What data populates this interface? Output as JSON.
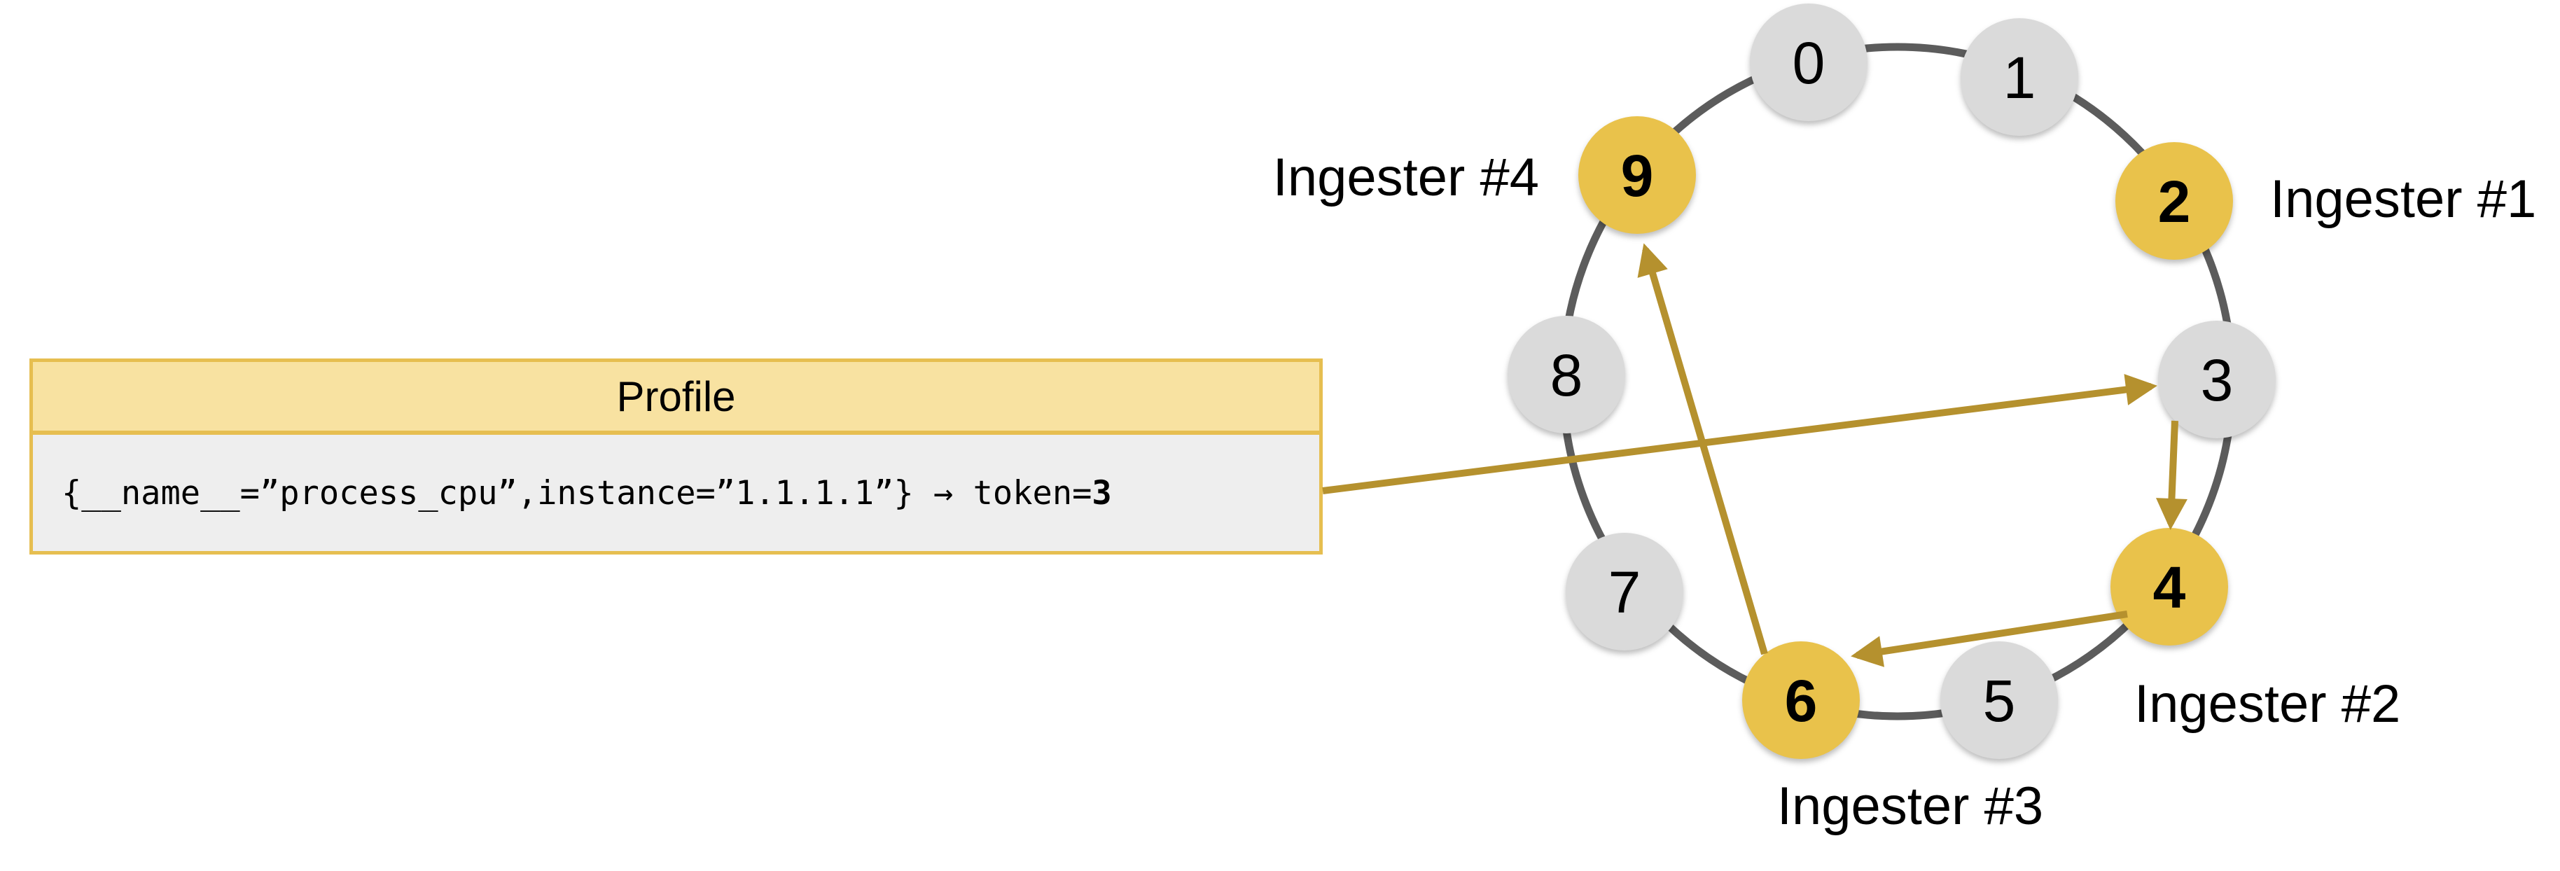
{
  "colors": {
    "background": "#ffffff",
    "node_gray": "#dadada",
    "node_highlight": "#e9c24b",
    "ring_stroke": "#5c5c5c",
    "arrow_gold": "#b5912e",
    "card_border": "#e6be50",
    "card_header_bg": "#f8e2a1",
    "card_body_bg": "#eeeeee",
    "text": "#000000"
  },
  "profile_card": {
    "title": "Profile",
    "series_selector": "{__name__=”process_cpu”,instance=”1.1.1.1”} → token=",
    "token_value": "3"
  },
  "ring": {
    "nodes": [
      {
        "token": "0",
        "highlighted": false
      },
      {
        "token": "1",
        "highlighted": false
      },
      {
        "token": "2",
        "highlighted": true,
        "ingester": "Ingester #1"
      },
      {
        "token": "3",
        "highlighted": false
      },
      {
        "token": "4",
        "highlighted": true,
        "ingester": "Ingester #2"
      },
      {
        "token": "5",
        "highlighted": false
      },
      {
        "token": "6",
        "highlighted": true,
        "ingester": "Ingester #3"
      },
      {
        "token": "7",
        "highlighted": false
      },
      {
        "token": "8",
        "highlighted": false
      },
      {
        "token": "9",
        "highlighted": true,
        "ingester": "Ingester #4"
      }
    ],
    "arrows": [
      {
        "from": "profile",
        "to": "token-3"
      },
      {
        "from": "token-3",
        "to": "token-4"
      },
      {
        "from": "token-4",
        "to": "token-6"
      },
      {
        "from": "token-6",
        "to": "token-9"
      }
    ]
  }
}
